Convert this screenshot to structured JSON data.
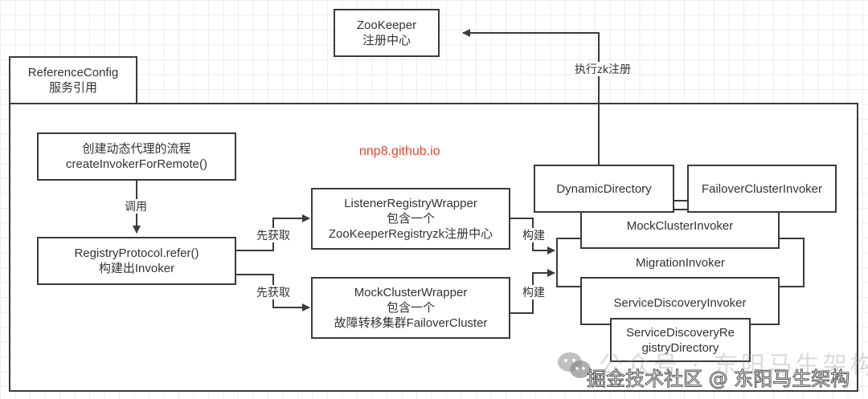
{
  "diagram": {
    "site_label": "nnp8.github.io",
    "nodes": {
      "zookeeper": [
        "ZooKeeper",
        "注册中心"
      ],
      "reference_config": [
        "ReferenceConfig",
        "服务引用"
      ],
      "create_proxy": [
        "创建动态代理的流程",
        "createInvokerForRemote()"
      ],
      "registry_protocol": [
        "RegistryProtocol.refer()",
        "构建出Invoker"
      ],
      "listener_registry_wrapper": [
        "ListenerRegistryWrapper",
        "包含一个",
        "ZooKeeperRegistryzk注册中心"
      ],
      "mock_cluster_wrapper": [
        "MockClusterWrapper",
        "包含一个",
        "故障转移集群FailoverCluster"
      ],
      "dynamic_directory": [
        "DynamicDirectory"
      ],
      "failover_cluster_invoker": [
        "FailoverClusterInvoker"
      ],
      "mock_cluster_invoker": [
        "MockClusterInvoker"
      ],
      "migration_invoker": [
        "MigrationInvoker"
      ],
      "service_discovery_invoker": [
        "ServiceDiscoveryInvoker"
      ],
      "service_discovery_registry_directory": [
        "ServiceDiscoveryRe",
        "gistryDirectory"
      ]
    },
    "edge_labels": {
      "zk_register": "执行zk注册",
      "invoke": "调用",
      "fetch_first_1": "先获取",
      "fetch_first_2": "先获取",
      "build_1": "构建",
      "build_2": "构建"
    }
  },
  "watermark": {
    "background": "公众号 · 东阳马生架构",
    "foreground": "掘金技术社区 @ 东阳马生架构"
  },
  "colors": {
    "line": "#3a3a3a",
    "site_label": "#e8462c"
  }
}
